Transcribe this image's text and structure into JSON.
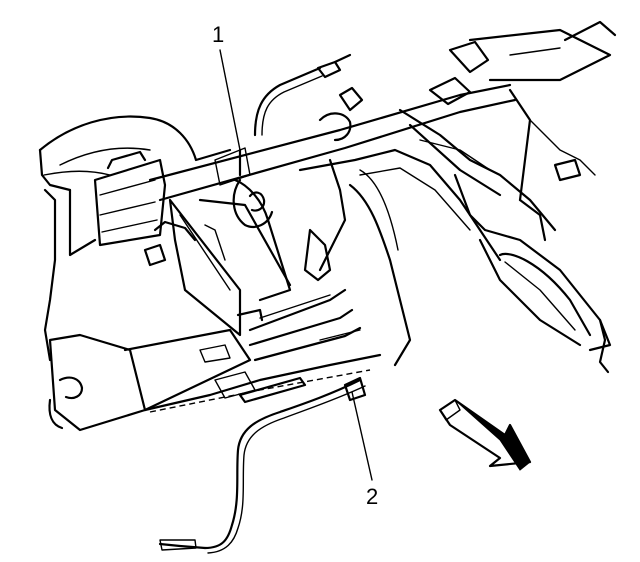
{
  "callouts": [
    {
      "id": "1",
      "label": "1"
    },
    {
      "id": "2",
      "label": "2"
    }
  ],
  "icons": {
    "forward_arrow": "arrow-icon"
  },
  "colors": {
    "ink": "#000000",
    "background": "#ffffff"
  }
}
